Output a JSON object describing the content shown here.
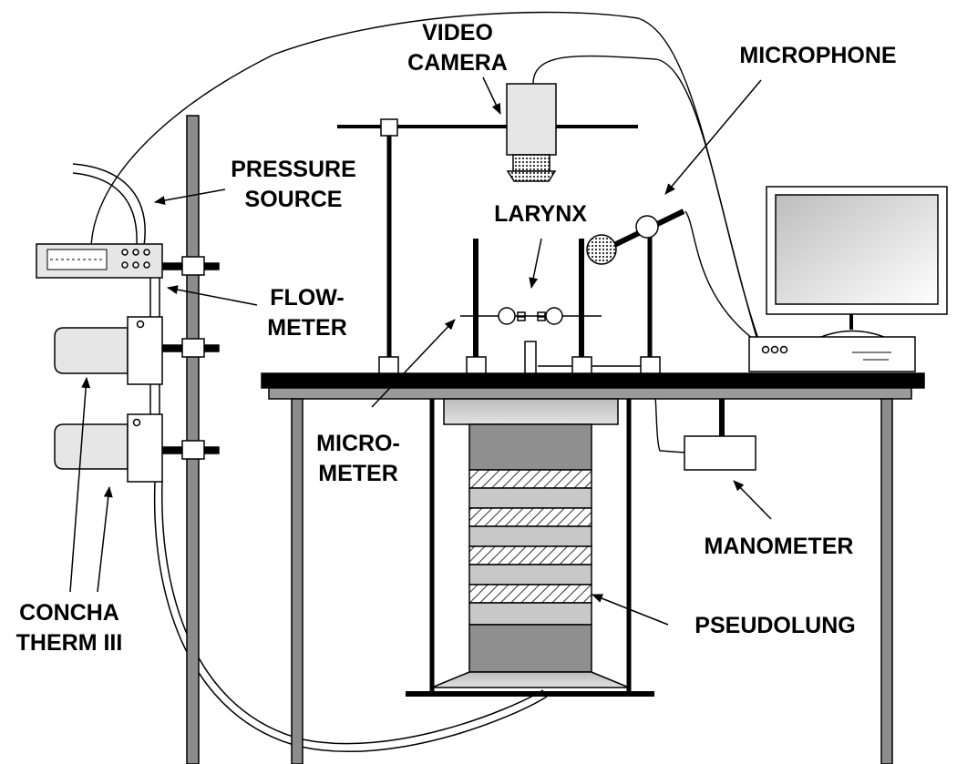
{
  "labels": {
    "video_camera": [
      "VIDEO",
      "CAMERA"
    ],
    "microphone": "MICROPHONE",
    "pressure_source": [
      "PRESSURE",
      "SOURCE"
    ],
    "larynx": "LARYNX",
    "flow_meter": [
      "FLOW-",
      "METER"
    ],
    "micrometer": [
      "MICRO-",
      "METER"
    ],
    "manometer": "MANOMETER",
    "pseudolung": "PSEUDOLUNG",
    "concha_therm": [
      "CONCHA",
      "THERM III"
    ]
  },
  "colors": {
    "ink": "#000000",
    "pole": "#8c8c8c",
    "table_edge": "#9a9a9a",
    "lung_dark": "#8f8f8f",
    "lung_light": "#c8c8c8",
    "device_fill": "#e6e6e6"
  }
}
